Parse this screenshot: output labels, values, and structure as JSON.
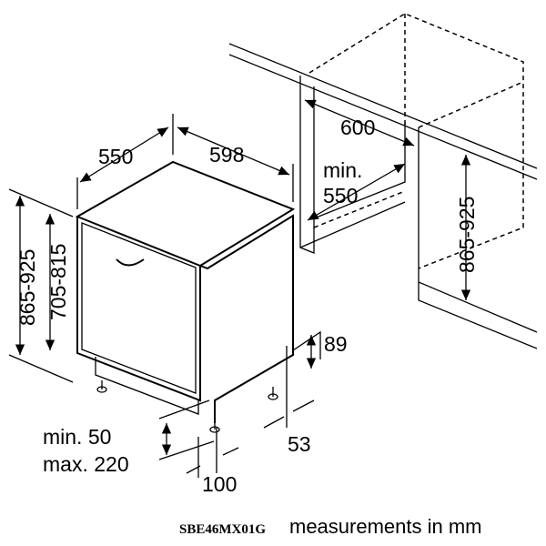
{
  "dimensions": {
    "depth_appliance": "550",
    "width_appliance": "598",
    "niche_width": "600",
    "niche_depth_min_label": "min.",
    "niche_depth_min": "550",
    "height_total_left": "865-925",
    "height_door": "705-815",
    "height_niche_right": "865-925",
    "plinth_height": "89",
    "plinth_depth": "53",
    "foot_min": "min. 50",
    "foot_max": "max. 220",
    "foot_offset": "100"
  },
  "footer": {
    "model": "SBE46MX01G",
    "units": "measurements in mm"
  }
}
